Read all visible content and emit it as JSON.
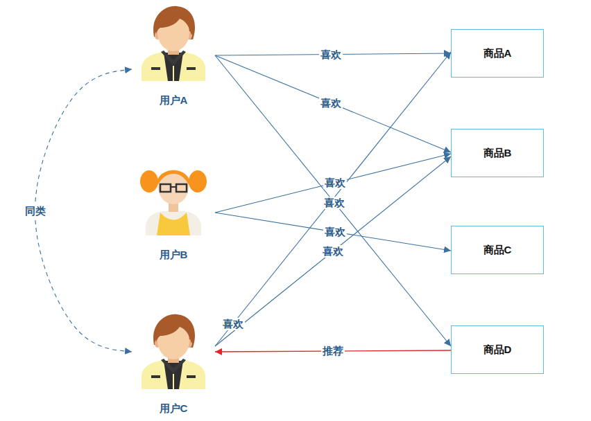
{
  "diagram": {
    "nodes": [
      {
        "text": [
          "用户A"
        ]
      },
      {
        "text": [
          "用户B"
        ]
      },
      {
        "text": [
          "用户C"
        ]
      },
      {
        "text": [
          "商品A"
        ]
      },
      {
        "text": [
          "商品B"
        ]
      },
      {
        "text": [
          "商品C"
        ]
      },
      {
        "text": [
          "商品D"
        ]
      }
    ],
    "edges": [
      {
        "from": 0,
        "to": 3,
        "arrow": "to",
        "label": "喜欢"
      },
      {
        "from": 0,
        "to": 4,
        "arrow": "to",
        "label": "喜欢"
      },
      {
        "from": 0,
        "to": 6,
        "arrow": "to",
        "label": "喜欢"
      },
      {
        "from": 1,
        "to": 4,
        "arrow": "to",
        "label": "喜欢"
      },
      {
        "from": 1,
        "to": 5,
        "arrow": "to",
        "label": "喜欢"
      },
      {
        "from": 2,
        "to": 3,
        "arrow": "to",
        "label": "喜欢"
      },
      {
        "from": 2,
        "to": 4,
        "arrow": "to",
        "label": "喜欢"
      },
      {
        "from": 6,
        "to": 2,
        "arrow": "to",
        "label": "推荐"
      },
      {
        "from": 0,
        "to": 2,
        "arrow": "both",
        "label": "同类"
      }
    ]
  }
}
